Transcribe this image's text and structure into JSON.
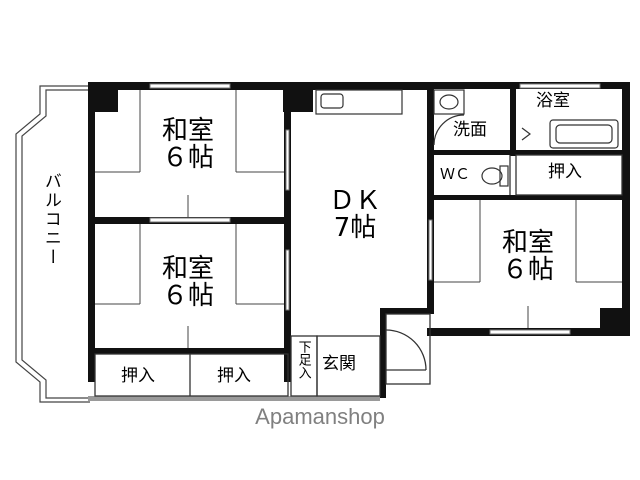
{
  "rooms": {
    "washitsu_top": {
      "line1": "和室",
      "line2": "６帖"
    },
    "washitsu_bottom": {
      "line1": "和室",
      "line2": "６帖"
    },
    "washitsu_right": {
      "line1": "和室",
      "line2": "６帖"
    },
    "dk": {
      "line1": "ＤＫ",
      "line2": "7帖"
    },
    "balcony": "バルコニー",
    "bath": "浴室",
    "washroom": "洗面",
    "wc": "ＷＣ",
    "closet_right": "押入",
    "closet_left": "押入",
    "closet_mid": "押入",
    "shoe": "下足入",
    "entrance": "玄関"
  },
  "watermark": "Apamanshop",
  "colors": {
    "wall": "#111111",
    "line": "#333333",
    "watermark": "#808080"
  }
}
